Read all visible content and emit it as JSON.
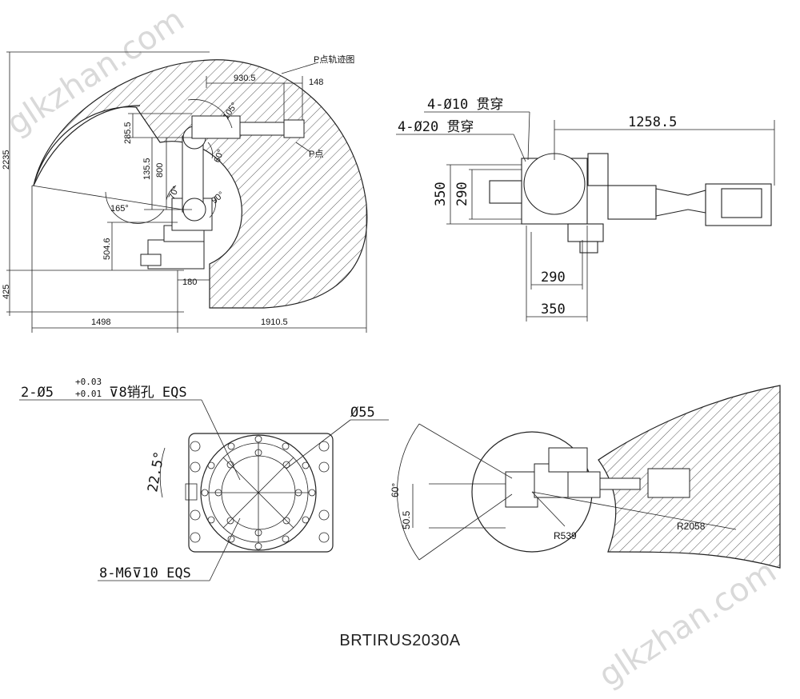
{
  "caption": "BRTIRUS2030A",
  "watermarks": [
    "glkzhan.com",
    "glkzhan.com"
  ],
  "side_view": {
    "trajectory_label": "P点轨迹图",
    "point_label": "P点",
    "dims": {
      "top_930": "930.5",
      "top_148": "148",
      "height_2235": "2235",
      "h_285": "285.5",
      "h_135": "135.5",
      "h_800": "800",
      "h_504": "504.6",
      "h_425": "425",
      "w_180": "180",
      "w_1498": "1498",
      "w_1910": "1910.5",
      "ang_105": "105°",
      "ang_60": "60°",
      "ang_70": "70°",
      "ang_90": "90°",
      "ang_165": "165°"
    }
  },
  "top_view": {
    "hole_10": "4-Ø10 贯穿",
    "hole_20": "4-Ø20 贯穿",
    "dim_1258": "1258.5",
    "dim_350v": "350",
    "dim_290v": "290",
    "dim_290h": "290",
    "dim_350h": "350"
  },
  "base_view": {
    "pin_label_a": "2-Ø5",
    "tol_upper": "+0.03",
    "tol_lower": "+0.01",
    "pin_label_b": "⊽8销孔 EQS",
    "dia_55": "Ø55",
    "angle_22": "22.5°",
    "thread_label": "8-M6⊽10 EQS"
  },
  "plan_view": {
    "angle_60": "60°",
    "dim_50": "50.5",
    "r_539": "R539",
    "r_2058": "R2058"
  }
}
